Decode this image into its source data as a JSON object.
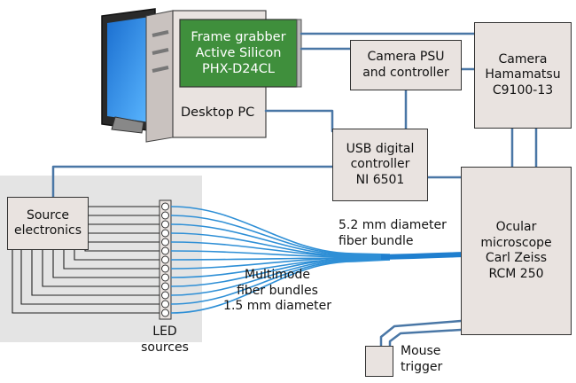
{
  "diagram": {
    "nodes": {
      "frame_grabber": {
        "lines": [
          "Frame grabber",
          "Active Silicon",
          "PHX-D24CL"
        ]
      },
      "desktop_pc": {
        "label": "Desktop PC"
      },
      "camera_psu": {
        "lines": [
          "Camera PSU",
          "and controller"
        ]
      },
      "camera": {
        "lines": [
          "Camera",
          "Hamamatsu",
          "C9100-13"
        ]
      },
      "usb_controller": {
        "lines": [
          "USB digital",
          "controller",
          "NI 6501"
        ]
      },
      "source_electronics": {
        "lines": [
          "Source",
          "electronics"
        ]
      },
      "microscope": {
        "lines": [
          "Ocular",
          "microscope",
          "Carl Zeiss",
          "RCM 250"
        ]
      },
      "mouse_trigger": {
        "lines": [
          "Mouse",
          "trigger"
        ]
      },
      "led_sources": {
        "lines": [
          "LED",
          "sources"
        ]
      }
    },
    "annotations": {
      "fiber_bundle_52": {
        "lines": [
          "5.2 mm diameter",
          "fiber bundle"
        ]
      },
      "multimode_bundles": {
        "lines": [
          "Multimode",
          "fiber bundles",
          "1.5 mm diameter"
        ]
      }
    },
    "colors": {
      "wire": "#4a77a6",
      "fiber": "#2e8fd6",
      "frame_grabber_fill": "#3f8f3c",
      "box_fill": "#e9e3e0",
      "source_panel": "#e4e4e4"
    }
  }
}
